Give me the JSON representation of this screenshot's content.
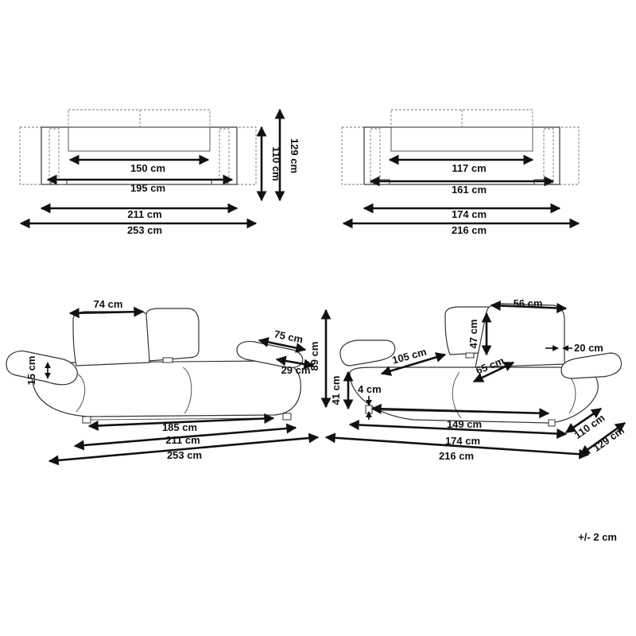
{
  "sofa_3seat": {
    "top_view": {
      "inner_width": "150 cm",
      "seat_width": "195 cm",
      "body_width": "211 cm",
      "overall_width": "253 cm",
      "depth": "110 cm",
      "depth_extended": "129 cm"
    },
    "side_view": {
      "backrest_width": "74 cm",
      "armrest_length": "75 cm",
      "armrest_width": "29 cm",
      "armrest_height": "15 cm",
      "height": "89 cm",
      "seat_width": "185 cm",
      "body_width": "211 cm",
      "overall_width": "253 cm"
    }
  },
  "sofa_2seat": {
    "top_view": {
      "inner_width": "117 cm",
      "seat_width": "161 cm",
      "body_width": "174 cm",
      "overall_width": "216 cm"
    },
    "side_view": {
      "backrest_width": "56 cm",
      "backrest_height": "47 cm",
      "armrest_length": "105 cm",
      "seat_depth": "65 cm",
      "armrest_thickness": "20 cm",
      "seat_height": "41 cm",
      "leg_height": "4 cm",
      "seat_width": "149 cm",
      "body_width": "174 cm",
      "overall_width": "216 cm",
      "depth": "110 cm",
      "depth_extended": "129 cm"
    }
  },
  "tolerance": "+/- 2 cm"
}
